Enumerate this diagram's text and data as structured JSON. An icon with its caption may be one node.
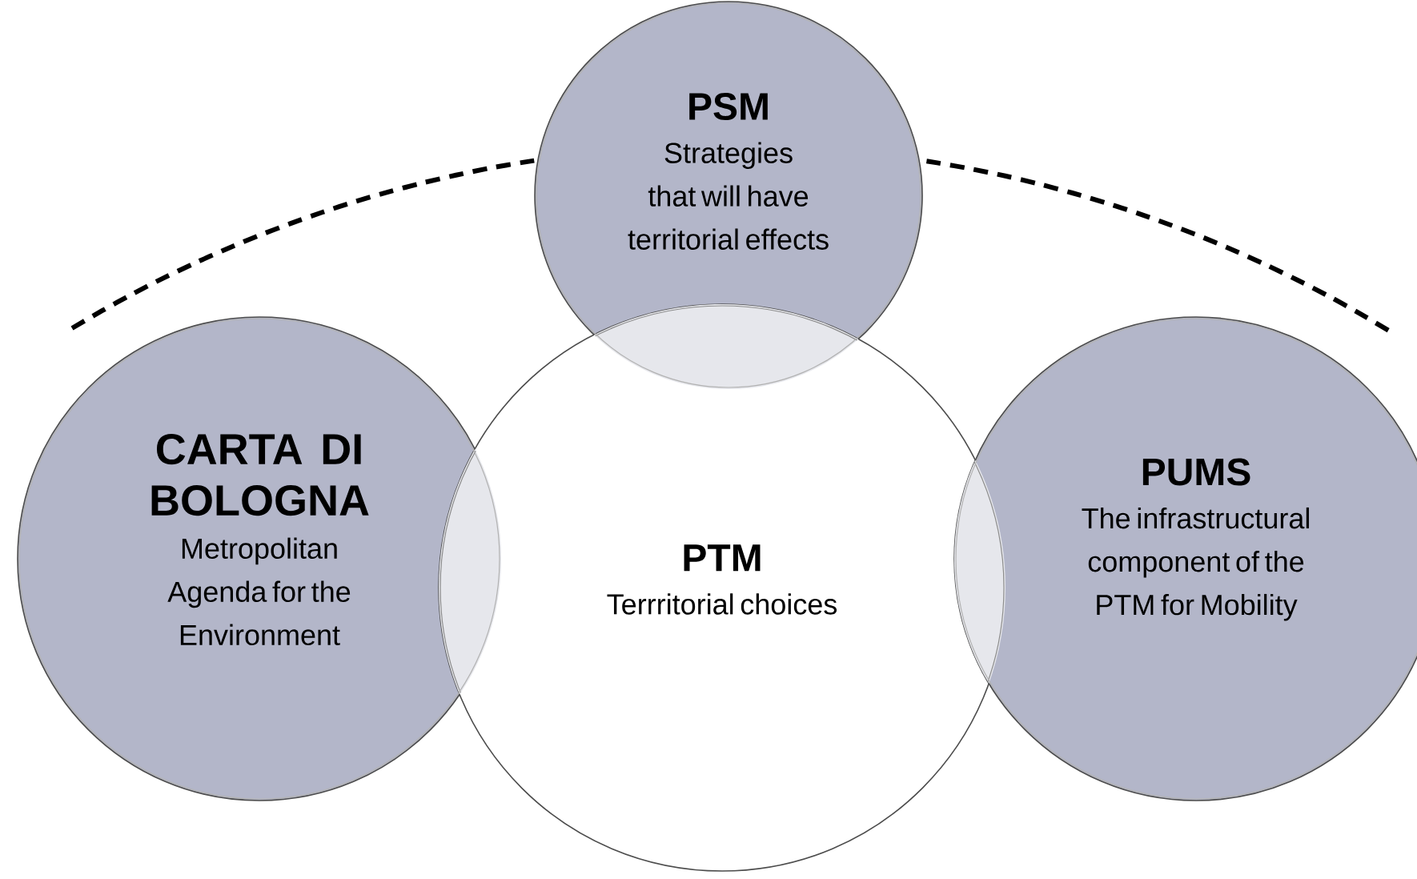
{
  "diagram": {
    "nodes": [
      {
        "text": [
          "PSM",
          "Strategies that will have territorial effects"
        ]
      },
      {
        "text": [
          "CARTA DI BOLOGNA",
          "Metropolitan Agenda for the Environment"
        ]
      },
      {
        "text": [
          "PTM",
          "Terrritorial choices"
        ]
      },
      {
        "text": [
          "PUMS",
          "The infrastructural component of the PTM for Mobility"
        ]
      }
    ]
  }
}
